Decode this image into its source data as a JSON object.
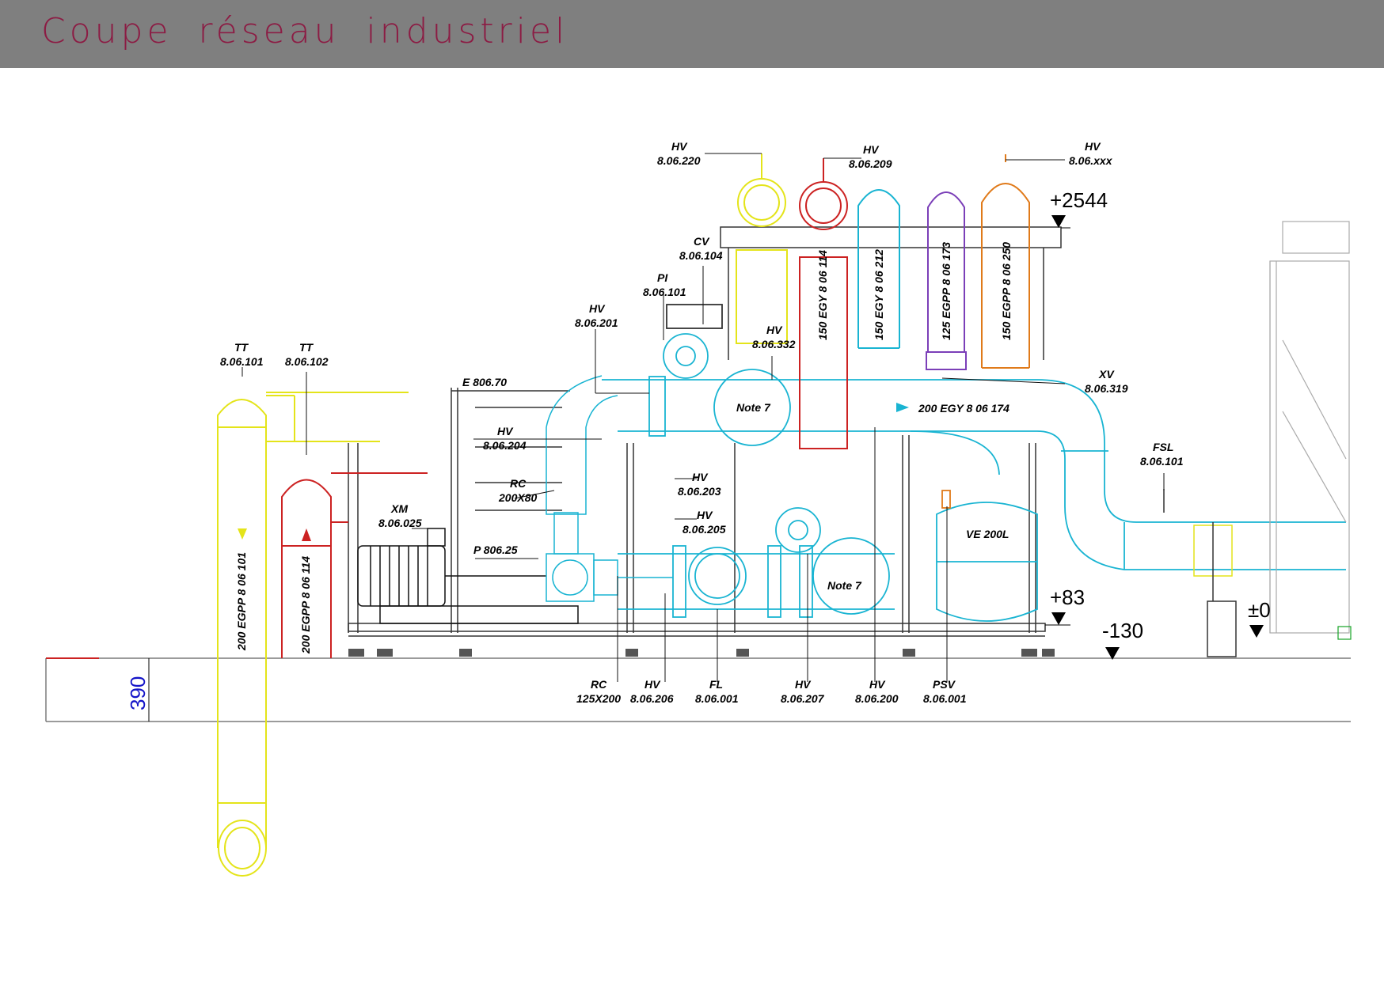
{
  "title": "Coupe réseau industriel",
  "colors": {
    "header": "#7f7f7f",
    "title": "#8c1c44",
    "cyan": "#19b4d2",
    "yellow": "#e4e41a",
    "red": "#cc2222",
    "purple": "#7b3fb8",
    "orange": "#e07a1a",
    "blue": "#1414c8",
    "grey": "#7a7a7a"
  },
  "levels": {
    "top": "+2544",
    "mid": "+83",
    "low": "-130",
    "zero": "±0"
  },
  "dimension": "390",
  "pipes": {
    "p101": "200 EGPP 8 06 101",
    "p114": "200 EGPP 8 06 114",
    "v114": "150 EGY 8 06 114",
    "v212": "150 EGY 8 06 212",
    "v173": "125 EGPP 8 06 173",
    "v250": "150 EGPP 8 06 250",
    "h174": "200 EGY 8 06 174"
  },
  "notes": {
    "n1": "Note 7",
    "n2": "Note 7"
  },
  "vessel": "VE 200L",
  "tags": {
    "hv220": {
      "type": "HV",
      "num": "8.06.220"
    },
    "hv209": {
      "type": "HV",
      "num": "8.06.209"
    },
    "hvxxx": {
      "type": "HV",
      "num": "8.06.xxx"
    },
    "cv104": {
      "type": "CV",
      "num": "8.06.104"
    },
    "pi101": {
      "type": "PI",
      "num": "8.06.101"
    },
    "hv201": {
      "type": "HV",
      "num": "8.06.201"
    },
    "hv332": {
      "type": "HV",
      "num": "8.06.332"
    },
    "tt101": {
      "type": "TT",
      "num": "8.06.101"
    },
    "tt102": {
      "type": "TT",
      "num": "8.06.102"
    },
    "e806": {
      "type": "E 806.70"
    },
    "xv319": {
      "type": "XV",
      "num": "8.06.319"
    },
    "hv204": {
      "type": "HV",
      "num": "8.06.204"
    },
    "rc200": {
      "type": "RC",
      "num": "200X80"
    },
    "hv203": {
      "type": "HV",
      "num": "8.06.203"
    },
    "fsl101": {
      "type": "FSL",
      "num": "8.06.101"
    },
    "xm025": {
      "type": "XM",
      "num": "8.06.025"
    },
    "hv205": {
      "type": "HV",
      "num": "8.06.205"
    },
    "p806": {
      "type": "P 806.25"
    },
    "rc125": {
      "type": "RC",
      "num": "125X200"
    },
    "hv206": {
      "type": "HV",
      "num": "8.06.206"
    },
    "fl001": {
      "type": "FL",
      "num": "8.06.001"
    },
    "hv207": {
      "type": "HV",
      "num": "8.06.207"
    },
    "hv200": {
      "type": "HV",
      "num": "8.06.200"
    },
    "psv001": {
      "type": "PSV",
      "num": "8.06.001"
    }
  }
}
